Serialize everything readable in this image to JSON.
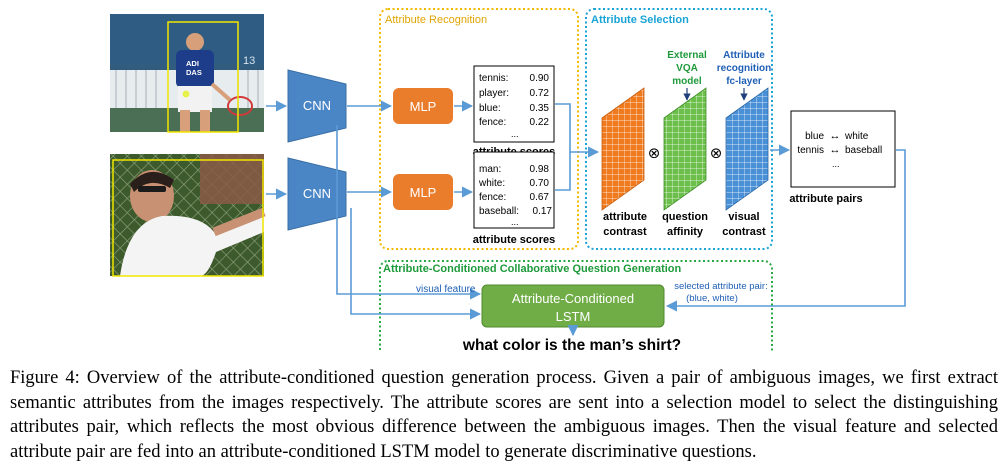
{
  "diagram": {
    "recognition_title": "Attribute Recognition",
    "selection_title": "Attribute Selection",
    "generation_title": "Attribute-Conditioned Collaborative Question Generation",
    "cnn_top": "CNN",
    "cnn_bottom": "CNN",
    "mlp_top": "MLP",
    "mlp_bottom": "MLP",
    "scores_top": [
      {
        "label": "tennis:",
        "value": "0.90"
      },
      {
        "label": "player:",
        "value": "0.72"
      },
      {
        "label": "blue:",
        "value": "0.35"
      },
      {
        "label": "fence:",
        "value": "0.22"
      }
    ],
    "scores_bottom": [
      {
        "label": "man:",
        "value": "0.98"
      },
      {
        "label": "white:",
        "value": "0.70"
      },
      {
        "label": "fence:",
        "value": "0.67"
      },
      {
        "label": "baseball:",
        "value": "0.17"
      }
    ],
    "ellipsis": "...",
    "scores_caption_top": "attribute scores",
    "scores_caption_bottom": "attribute scores",
    "external_vqa": [
      "External",
      "VQA",
      "model"
    ],
    "recognition_fc": [
      "Attribute",
      "recognition",
      "fc-layer"
    ],
    "grid_labels": [
      [
        "attribute",
        "contrast"
      ],
      [
        "question",
        "affinity"
      ],
      [
        "visual",
        "contrast"
      ]
    ],
    "otimes": "⊗",
    "pairs": [
      "blue",
      "white",
      "tennis",
      "baseball"
    ],
    "pairs_arrow": "↔",
    "pairs_caption": "attribute pairs",
    "visual_feature": "visual feature",
    "selected_pair": [
      "selected attribute pair:",
      "(blue, white)"
    ],
    "lstm": [
      "Attribute-Conditioned",
      "LSTM"
    ],
    "question": "what color is the man’s shirt?",
    "photo_number": "13",
    "shirt_text": [
      "ADI",
      "DAS"
    ]
  },
  "caption": {
    "prefix": "Figure 4:",
    "body": "Overview of the attribute-conditioned question generation process. Given a pair of ambiguous images, we first extract semantic attributes from the images respectively. The attribute scores are sent into a selection model to select the distinguishing attributes pair, which reflects the most obvious difference between the ambiguous images. Then the visual feature and selected attribute pair are fed into an attribute-conditioned LSTM model to generate discriminative questions."
  },
  "colors": {
    "recognition_border": "#f5b800",
    "selection_border": "#1aa3d6",
    "generation_border": "#28a745",
    "cnn_fill": "#4a86c5",
    "mlp_fill": "#ea7d2c",
    "lstm_fill": "#70ad47",
    "arrow": "#5b9bd5",
    "label_blue": "#1f5fb5",
    "label_green": "#1e9a3a",
    "grid_orange": "#f07a1e",
    "grid_green": "#6bbf4a",
    "grid_blue": "#4a90d6"
  }
}
